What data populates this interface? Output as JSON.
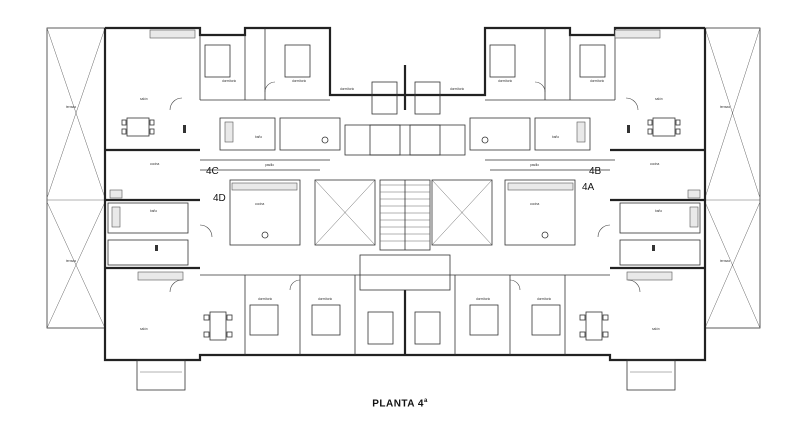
{
  "plan": {
    "title": "PLANTA 4",
    "title_superscript": "a",
    "units": [
      {
        "id": "4C",
        "label": "4C"
      },
      {
        "id": "4D",
        "label": "4D"
      },
      {
        "id": "4B",
        "label": "4B"
      },
      {
        "id": "4A",
        "label": "4A"
      }
    ],
    "room_labels": {
      "salon": "salón",
      "cocina": "cocina",
      "dormitorio": "dormitorio",
      "bano": "baño",
      "terraza": "terraza",
      "pasillo": "pasillo"
    }
  }
}
